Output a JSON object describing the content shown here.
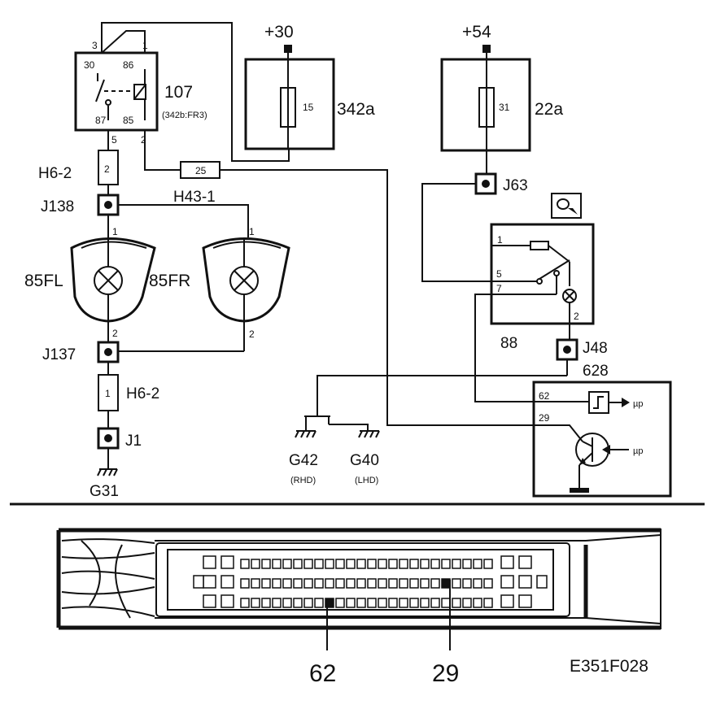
{
  "diagram": {
    "relay": {
      "id": "107",
      "ref": "(342b:FR3)",
      "pins": [
        "3",
        "1",
        "30",
        "86",
        "87",
        "85",
        "5",
        "2"
      ]
    },
    "fuse342": {
      "id": "342a",
      "supply": "+30",
      "fuse": "15"
    },
    "fuse22": {
      "id": "22a",
      "supply": "+54",
      "fuse": "31"
    },
    "connectors": {
      "h6_top": "H6-2",
      "h6_top_pin": "2",
      "h43": "H43-1",
      "h43_pin": "25",
      "j138": "J138",
      "j137": "J137",
      "j63": "J63",
      "j48": "J48",
      "j1": "J1",
      "h6_bottom": "H6-2",
      "h6_bottom_pin": "1"
    },
    "lamps": {
      "left": "85FL",
      "right": "85FR",
      "pin_top": "1",
      "pin_bottom": "2"
    },
    "switch88": {
      "id": "88",
      "pins": [
        "1",
        "5",
        "7",
        "2"
      ]
    },
    "ecu628": {
      "id": "628",
      "pin_a": "62",
      "pin_b": "29",
      "mu_a": "µp",
      "mu_b": "µp"
    },
    "grounds": {
      "g31": "G31",
      "g42": "G42",
      "g42_note": "(RHD)",
      "g40": "G40",
      "g40_note": "(LHD)"
    },
    "connector_callouts": [
      "62",
      "29"
    ],
    "figure_code": "E351F028"
  }
}
